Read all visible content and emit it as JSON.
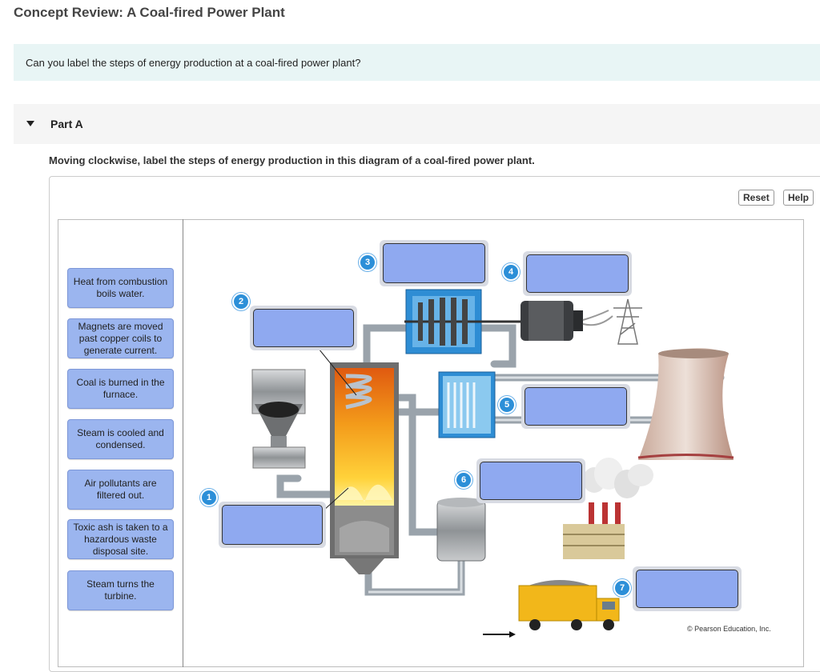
{
  "header": {
    "title": "Concept Review: A Coal-fired Power Plant"
  },
  "intro": {
    "question": "Can you label the steps of energy production at a coal-fired power plant?"
  },
  "part": {
    "label": "Part A",
    "instruction": "Moving clockwise, label the steps of energy production in this diagram of a coal-fired power plant."
  },
  "toolbar": {
    "reset_label": "Reset",
    "help_label": "Help"
  },
  "label_bank": [
    "Heat from combustion boils water.",
    "Magnets are moved past copper coils to generate current.",
    "Coal is burned in the furnace.",
    "Steam is cooled and condensed.",
    "Air pollutants are filtered out.",
    "Toxic ash is taken to a hazardous waste disposal site.",
    "Steam turns the turbine."
  ],
  "markers": [
    "1",
    "2",
    "3",
    "4",
    "5",
    "6",
    "7"
  ],
  "copyright": "© Pearson Education, Inc.",
  "colors": {
    "label_fill": "#9bb5ef",
    "drop_fill": "#8fa9f0",
    "marker": "#2c8fd8",
    "intro_bg": "#e8f5f5"
  }
}
